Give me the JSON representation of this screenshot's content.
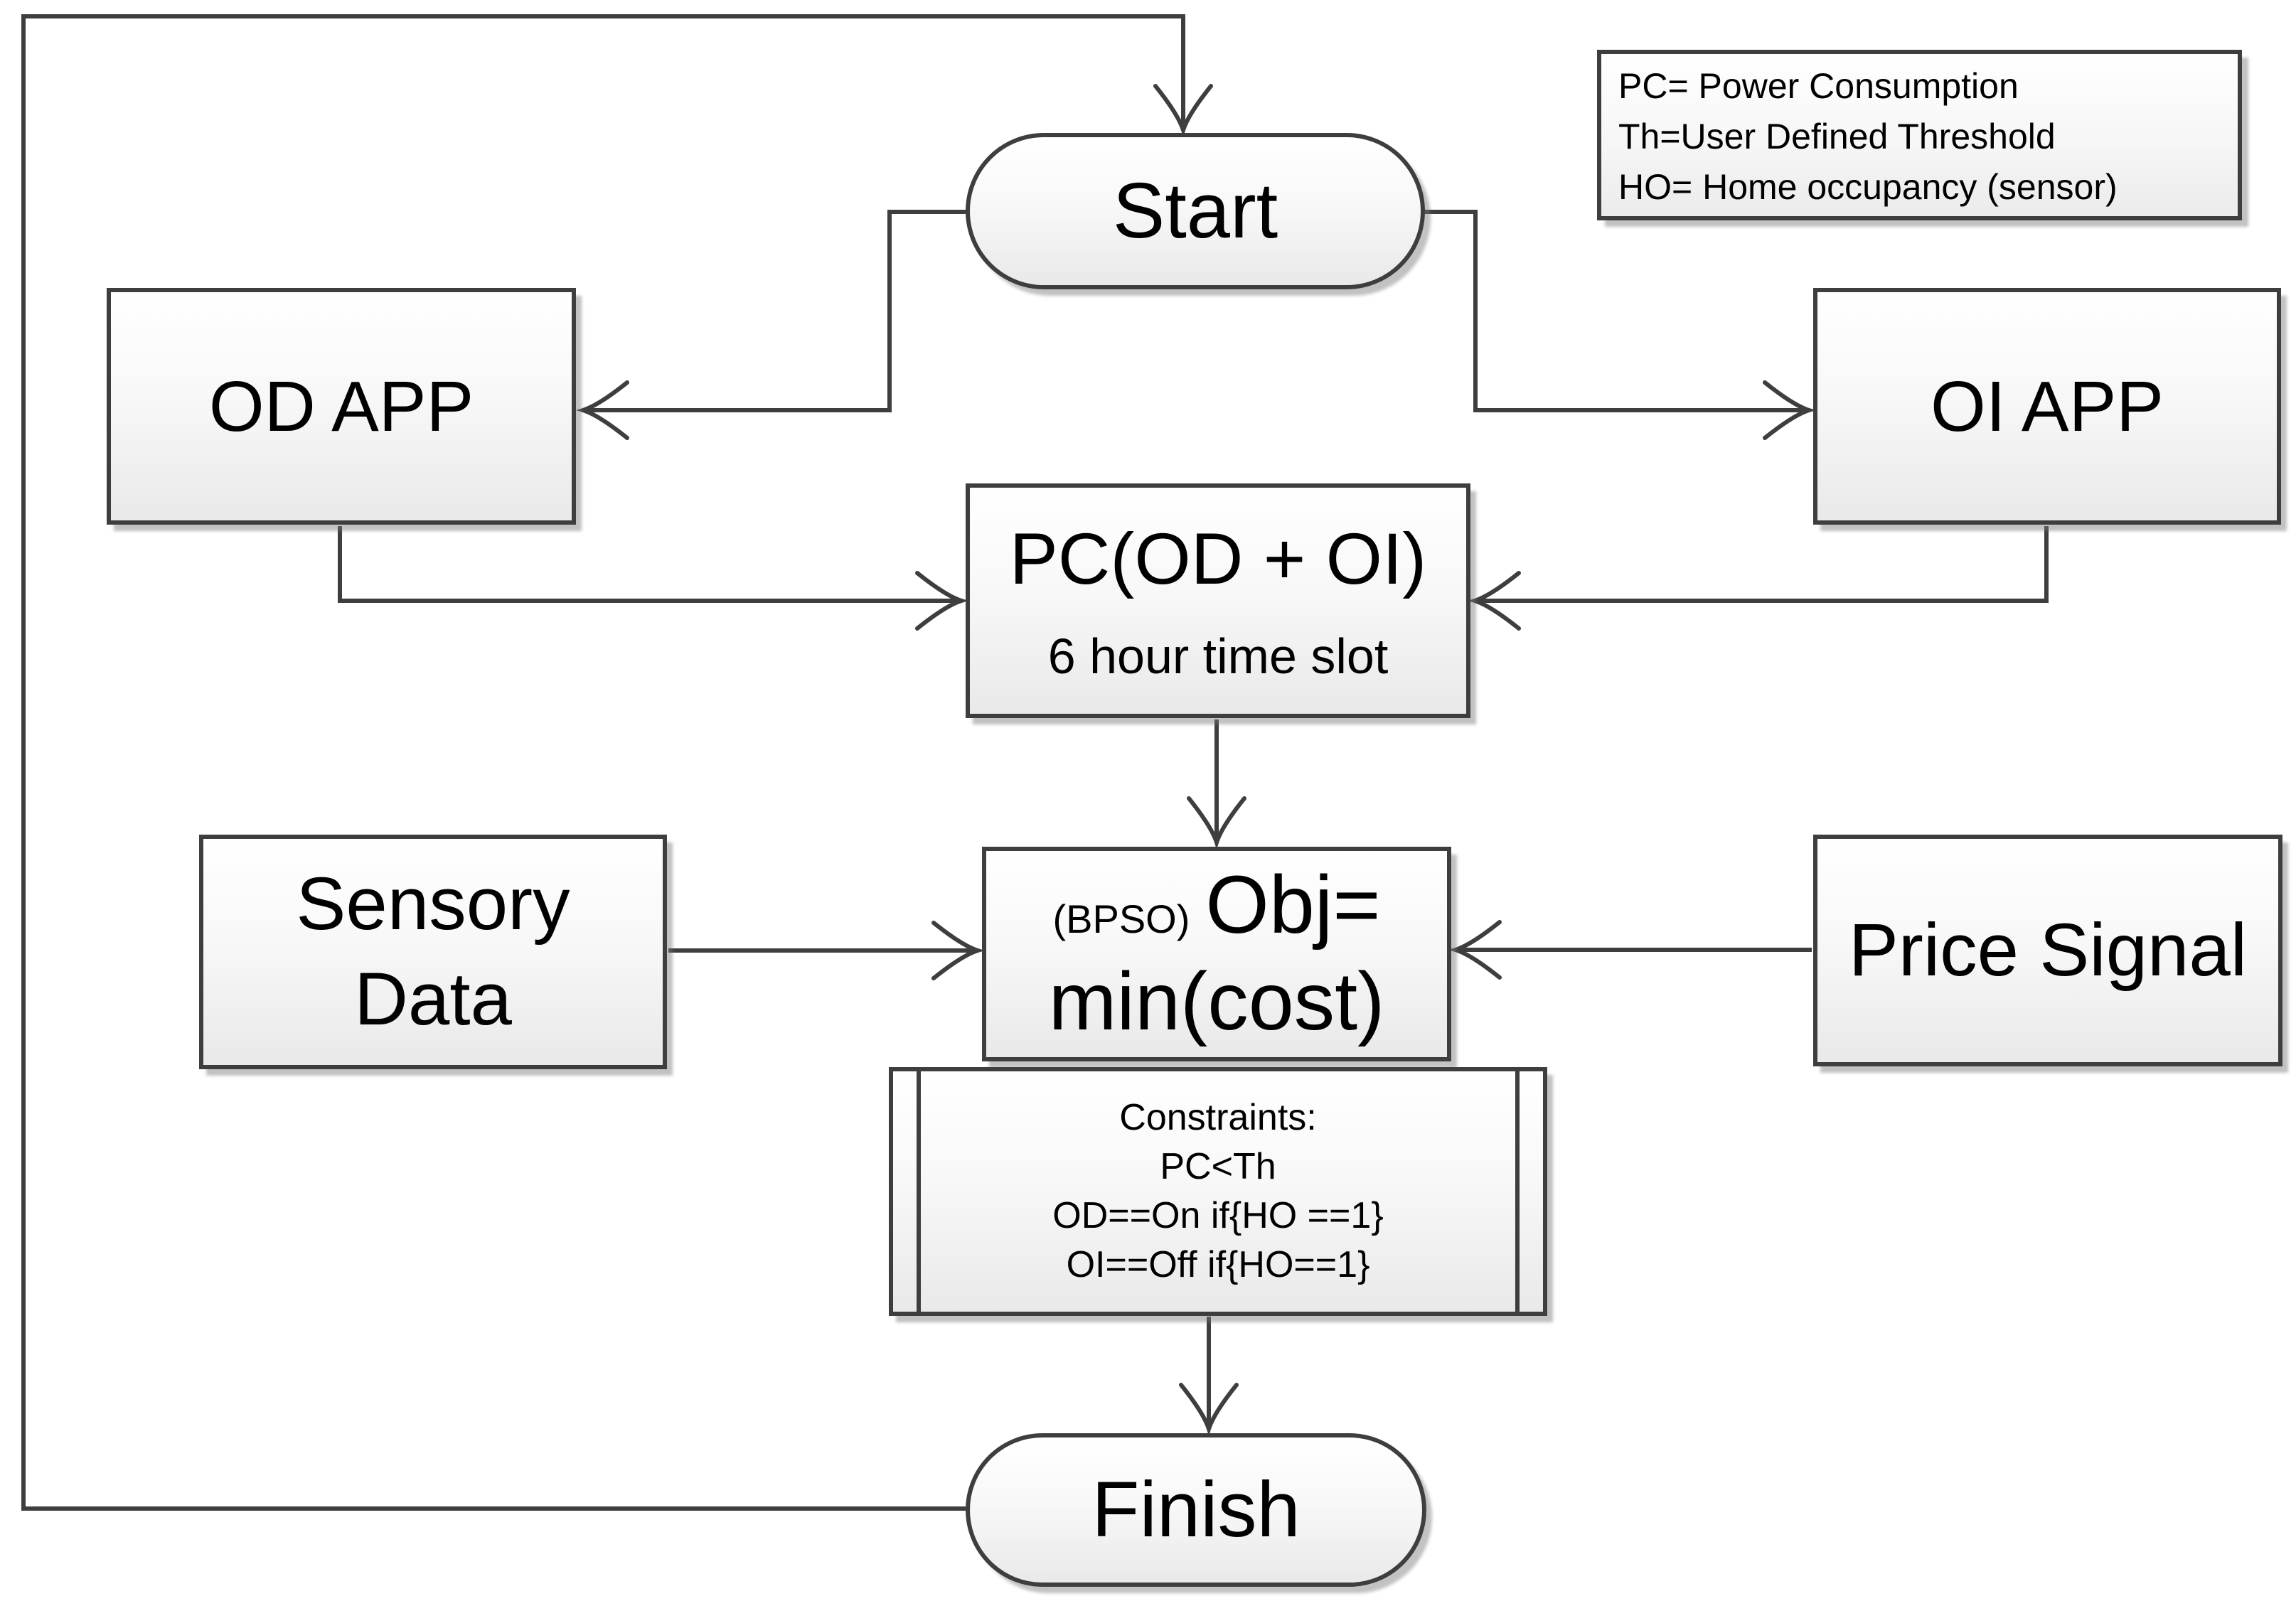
{
  "style": {
    "line_color": "#3e3e3e",
    "shape_fill_top": "#ffffff",
    "shape_fill_bottom": "#e9e9e9",
    "background": "#ffffff"
  },
  "legend": {
    "line1": "PC= Power Consumption",
    "line2": "Th=User Defined Threshold",
    "line3": "HO= Home occupancy (sensor)"
  },
  "nodes": {
    "start": {
      "label": "Start"
    },
    "od_app": {
      "label": "OD APP"
    },
    "oi_app": {
      "label": "OI APP"
    },
    "pc": {
      "title": "PC(OD + OI)",
      "subtitle": "6 hour time slot"
    },
    "sensory": {
      "line1": "Sensory",
      "line2": "Data"
    },
    "objective": {
      "prefix": "(BPSO)",
      "title": "Obj=",
      "line2": "min(cost)"
    },
    "price": {
      "label": "Price Signal"
    },
    "constraints": {
      "title": "Constraints:",
      "c1": "PC<Th",
      "c2": "OD==On if{HO ==1}",
      "c3": "OI==Off if{HO==1}"
    },
    "finish": {
      "label": "Finish"
    }
  }
}
